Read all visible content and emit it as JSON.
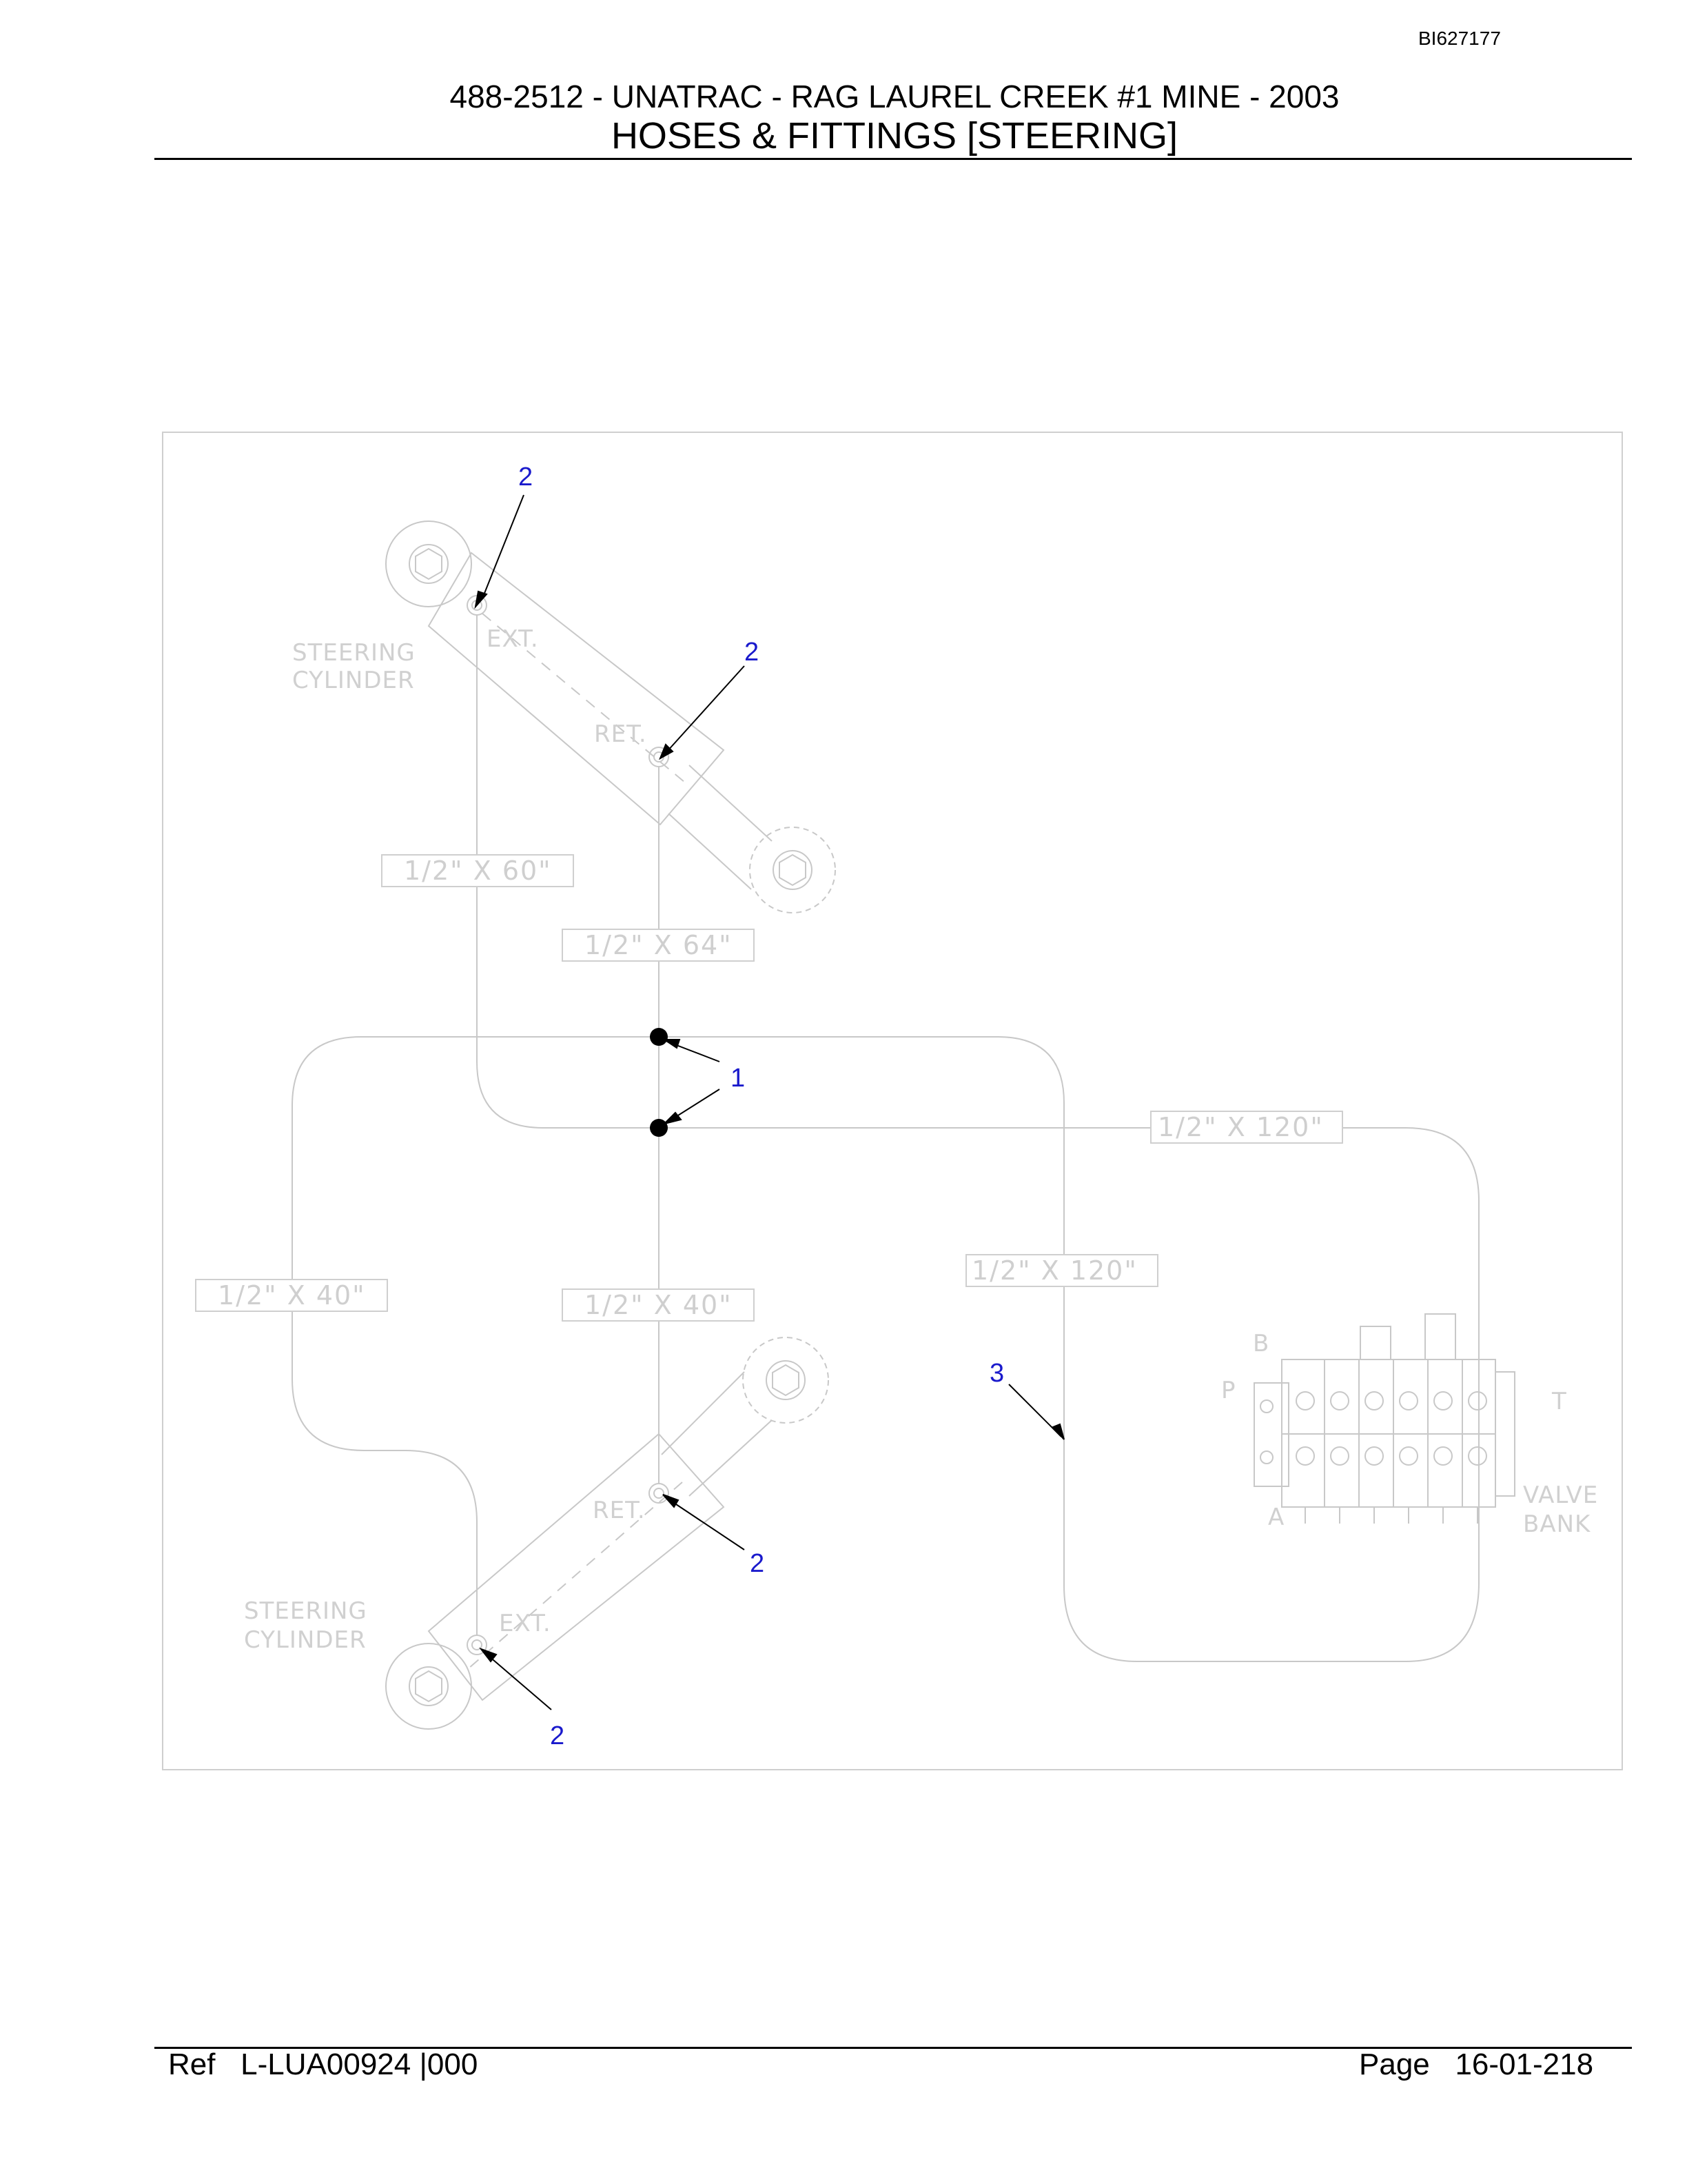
{
  "header": {
    "doc_id": "BI627177",
    "title": "488-2512 - UNATRAC - RAG LAUREL CREEK #1 MINE - 2003",
    "subtitle": "HOSES & FITTINGS [STEERING]"
  },
  "footer": {
    "ref_label": "Ref",
    "ref_value": "L-LUA00924 |000",
    "page_label": "Page",
    "page_value": "16-01-218"
  },
  "diagram": {
    "components": {
      "upper_cylinder": [
        "STEERING",
        "CYLINDER"
      ],
      "lower_cylinder": [
        "STEERING",
        "CYLINDER"
      ],
      "valve_bank": [
        "VALVE",
        "BANK"
      ]
    },
    "port_labels": {
      "ext": "EXT.",
      "ret": "RET.",
      "b": "B",
      "p": "P",
      "t": "T",
      "a": "A"
    },
    "hose_labels": [
      "1/2\" X 60\"",
      "1/2\" X 64\"",
      "1/2\" X 120\"",
      "1/2\" X 120\"",
      "1/2\" X 40\"",
      "1/2\" X 40\""
    ],
    "callouts": [
      "2",
      "2",
      "1",
      "3",
      "2",
      "2"
    ]
  }
}
